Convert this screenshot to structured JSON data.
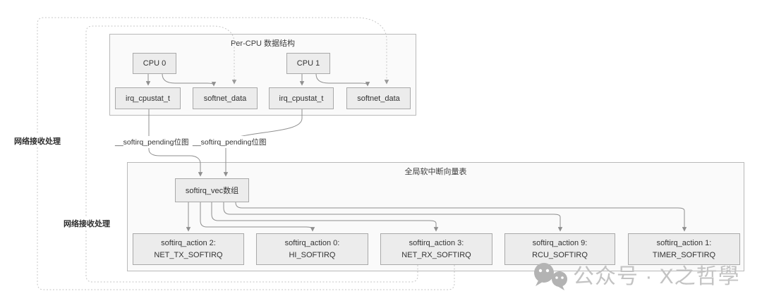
{
  "percpu": {
    "title": "Per-CPU 数据结构",
    "cpu0_label": "CPU 0",
    "cpu1_label": "CPU 1",
    "irq_cpustat_left": "irq_cpustat_t",
    "softnet_left": "softnet_data",
    "irq_cpustat_right": "irq_cpustat_t",
    "softnet_right": "softnet_data"
  },
  "labels": {
    "pending_left": "__softirq_pending位图",
    "pending_right": "__softirq_pending位图",
    "net_rx_outer": "网络接收处理",
    "net_rx_inner": "网络接收处理"
  },
  "global_table": {
    "title": "全局软中断向量表",
    "vec_label": "softirq_vec数组",
    "actions": [
      {
        "line1": "softirq_action 2:",
        "line2": "NET_TX_SOFTIRQ"
      },
      {
        "line1": "softirq_action 0:",
        "line2": "HI_SOFTIRQ"
      },
      {
        "line1": "softirq_action 3:",
        "line2": "NET_RX_SOFTIRQ"
      },
      {
        "line1": "softirq_action 9:",
        "line2": "RCU_SOFTIRQ"
      },
      {
        "line1": "softirq_action 1:",
        "line2": "TIMER_SOFTIRQ"
      }
    ]
  },
  "watermark": {
    "icon": "wechat-icon",
    "text": "公众号 · X之哲學"
  },
  "colors": {
    "node_fill": "#ececec",
    "node_border": "#a9a9a9",
    "container_fill": "#fafafa",
    "connector": "#8f8f8f",
    "dotted": "#c6c6c6",
    "watermark": "#c3c3c3"
  }
}
